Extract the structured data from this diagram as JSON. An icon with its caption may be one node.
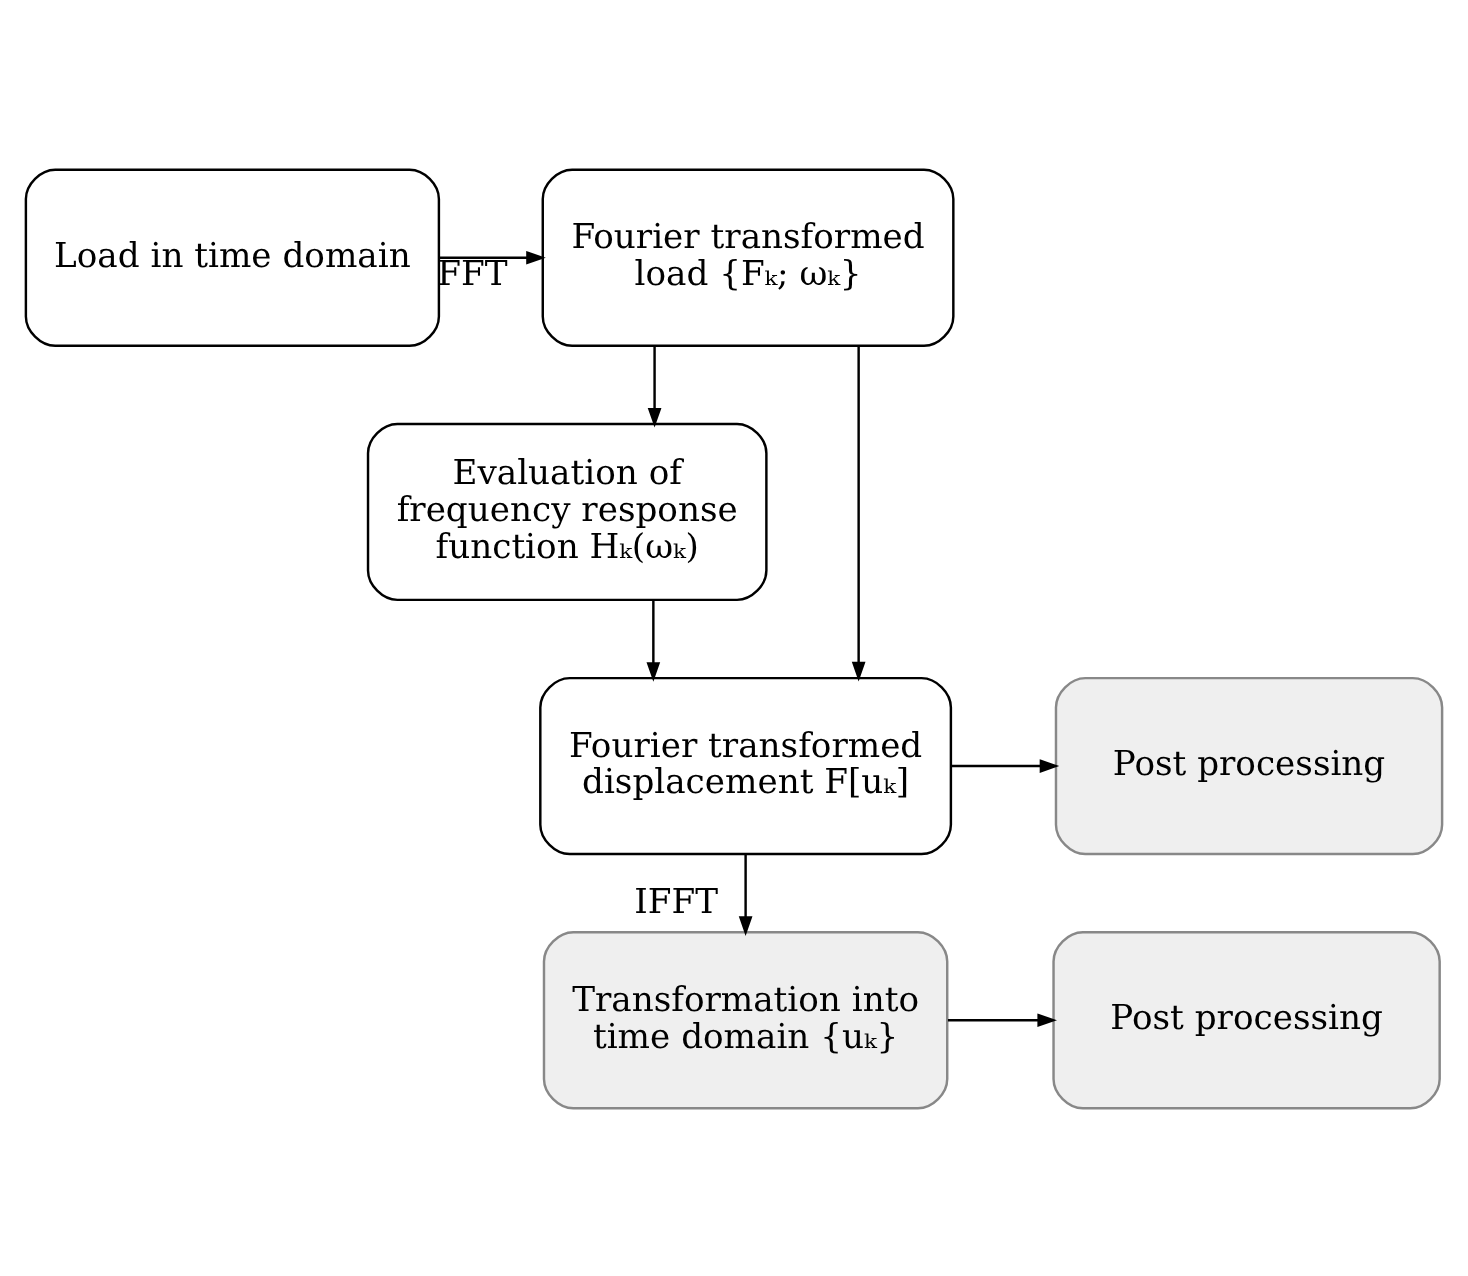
{
  "diagram": {
    "nodes": [
      {
        "text": [
          "Fourier transformed load {Fₖ; ωₖ}"
        ]
      },
      {
        "text": [
          "Load in time domain"
        ]
      },
      {
        "text": [
          "Evaluation of frequency response function Hₖ(ωₖ)"
        ]
      },
      {
        "text": [
          "Fourier transformed displacement F[uₖ]"
        ]
      },
      {
        "text": [
          "Post processing"
        ]
      },
      {
        "text": [
          "Transformation into time domain {uₖ}"
        ]
      },
      {
        "text": [
          "Post processing"
        ]
      }
    ],
    "edges": [
      {
        "from": 1,
        "to": 0,
        "arrow": "to",
        "label": "FFT"
      },
      {
        "from": 0,
        "to": 2,
        "arrow": "to"
      },
      {
        "from": 2,
        "to": 3,
        "arrow": "to"
      },
      {
        "from": 0,
        "to": 3,
        "arrow": "to"
      },
      {
        "from": 3,
        "to": 4,
        "arrow": "to"
      },
      {
        "from": 3,
        "to": 5,
        "arrow": "to",
        "label": "IFFT"
      },
      {
        "from": 5,
        "to": 6,
        "arrow": "to"
      }
    ]
  }
}
